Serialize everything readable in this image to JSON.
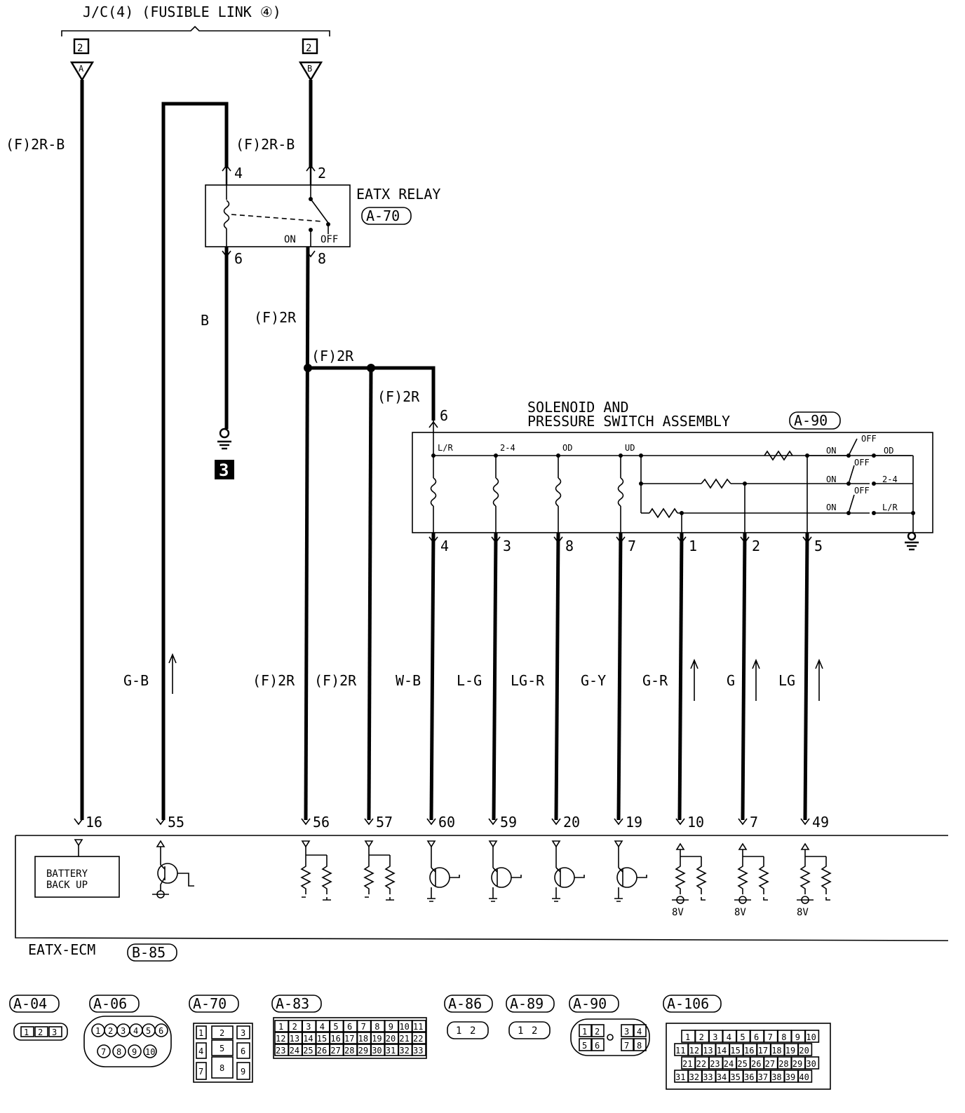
{
  "top": {
    "jc_label": "J/C(4) (FUSIBLE LINK ④)",
    "jc_box_a": "2",
    "jc_box_b": "2",
    "term_a": "A",
    "term_b": "B"
  },
  "relay": {
    "name": "EATX RELAY",
    "code": "A-70",
    "on": "ON",
    "off": "OFF",
    "pins": {
      "p4": "4",
      "p2": "2",
      "p6": "6",
      "p8": "8"
    }
  },
  "wires": {
    "left_main": "(F)2R-B",
    "relay_in": "(F)2R-B",
    "relay_gnd": "B",
    "relay_out": "(F)2R",
    "junction": "(F)2R",
    "sol_feed": "(F)2R"
  },
  "ground_ref": "3",
  "solenoid": {
    "title_line1": "SOLENOID AND",
    "title_line2": "PRESSURE SWITCH ASSEMBLY",
    "code": "A-90",
    "feed_pin": "6",
    "coil_labels": [
      "L/R",
      "2-4",
      "OD",
      "UD"
    ],
    "switches": [
      {
        "on": "ON",
        "off": "OFF",
        "name": "OD"
      },
      {
        "on": "ON",
        "off": "OFF",
        "name": "2-4"
      },
      {
        "on": "ON",
        "off": "OFF",
        "name": "L/R"
      }
    ],
    "bottom_pins": [
      "4",
      "3",
      "8",
      "7",
      "1",
      "2",
      "5"
    ]
  },
  "harness_colors": [
    "G-B",
    "(F)2R",
    "(F)2R",
    "W-B",
    "L-G",
    "LG-R",
    "G-Y",
    "G-R",
    "G",
    "LG"
  ],
  "ecm": {
    "name": "EATX-ECM",
    "code": "B-85",
    "battery_line1": "BATTERY",
    "battery_line2": "BACK UP",
    "pins": [
      "16",
      "55",
      "56",
      "57",
      "60",
      "59",
      "20",
      "19",
      "10",
      "7",
      "49"
    ],
    "volt": "8V"
  },
  "connectors": [
    {
      "code": "A-04",
      "pins": [
        "1",
        "2",
        "3"
      ]
    },
    {
      "code": "A-06",
      "pins": [
        "1",
        "2",
        "3",
        "4",
        "5",
        "6",
        "7",
        "8",
        "9",
        "10"
      ]
    },
    {
      "code": "A-70",
      "pins": [
        "1",
        "2",
        "3",
        "4",
        "5",
        "6",
        "7",
        "8",
        "9"
      ]
    },
    {
      "code": "A-83",
      "rows": [
        [
          "1",
          "2",
          "3",
          "4",
          "5",
          "6",
          "7",
          "8",
          "9",
          "10",
          "11"
        ],
        [
          "12",
          "13",
          "14",
          "15",
          "16",
          "17",
          "18",
          "19",
          "20",
          "21",
          "22"
        ],
        [
          "23",
          "24",
          "25",
          "26",
          "27",
          "28",
          "29",
          "30",
          "31",
          "32",
          "33"
        ]
      ]
    },
    {
      "code": "A-86",
      "pins": [
        "1",
        "2"
      ]
    },
    {
      "code": "A-89",
      "pins": [
        "1",
        "2"
      ]
    },
    {
      "code": "A-90",
      "pins": [
        "1",
        "2",
        "3",
        "4",
        "5",
        "6",
        "7",
        "8"
      ]
    },
    {
      "code": "A-106",
      "rows": [
        [
          "1",
          "2",
          "3",
          "4",
          "5",
          "6",
          "7",
          "8",
          "9",
          "10"
        ],
        [
          "11",
          "12",
          "13",
          "14",
          "15",
          "16",
          "17",
          "18",
          "19",
          "20"
        ],
        [
          "21",
          "22",
          "23",
          "24",
          "25",
          "26",
          "27",
          "28",
          "29",
          "30"
        ],
        [
          "31",
          "32",
          "33",
          "34",
          "35",
          "36",
          "37",
          "38",
          "39",
          "40"
        ]
      ]
    }
  ]
}
